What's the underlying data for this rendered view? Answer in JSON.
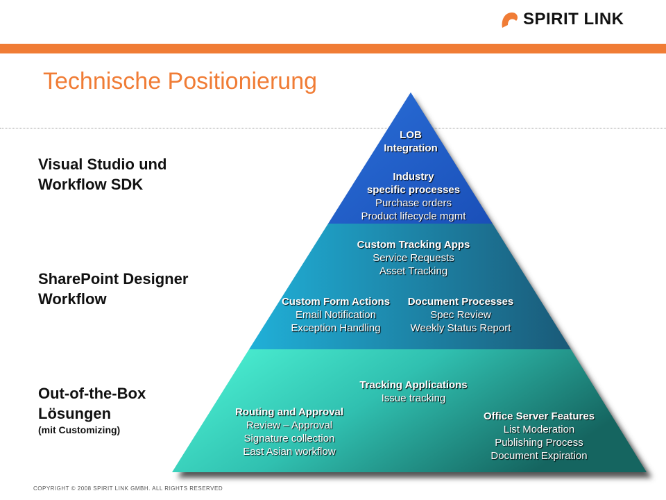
{
  "logo": {
    "text": "SPIRIT LINK"
  },
  "title": "Technische Positionierung",
  "levels": [
    {
      "line1": "Visual Studio und",
      "line2": "Workflow SDK"
    },
    {
      "line1": "SharePoint Designer",
      "line2": "Workflow"
    },
    {
      "line1": "Out-of-the-Box",
      "line2": "Lösungen",
      "note": "(mit Customizing)"
    }
  ],
  "pyramid": {
    "lob": {
      "title1": "LOB",
      "title2": "Integration"
    },
    "industry": {
      "title1": "Industry",
      "title2": "specific processes",
      "items": [
        "Purchase orders",
        "Product lifecycle mgmt"
      ]
    },
    "custom_tracking": {
      "title": "Custom Tracking Apps",
      "items": [
        "Service Requests",
        "Asset Tracking"
      ]
    },
    "custom_form": {
      "title": "Custom Form Actions",
      "items": [
        "Email Notification",
        "Exception Handling"
      ]
    },
    "document_processes": {
      "title": "Document Processes",
      "items": [
        "Spec Review",
        "Weekly Status Report"
      ]
    },
    "tracking_apps": {
      "title": "Tracking Applications",
      "items": [
        "Issue tracking"
      ]
    },
    "routing": {
      "title": "Routing and Approval",
      "items": [
        "Review – Approval",
        "Signature collection",
        "East Asian workflow"
      ]
    },
    "office_server": {
      "title": "Office Server Features",
      "items": [
        "List Moderation",
        "Publishing Process",
        "Document Expiration"
      ]
    }
  },
  "footer": "COPYRIGHT © 2008 SPIRIT LINK GMBH. ALL RIGHTS RESERVED",
  "colors": {
    "accent": "#f07c35",
    "top": "#1f5fc8",
    "middle": "#1a86a8",
    "bottom": "#3fe0c4"
  }
}
